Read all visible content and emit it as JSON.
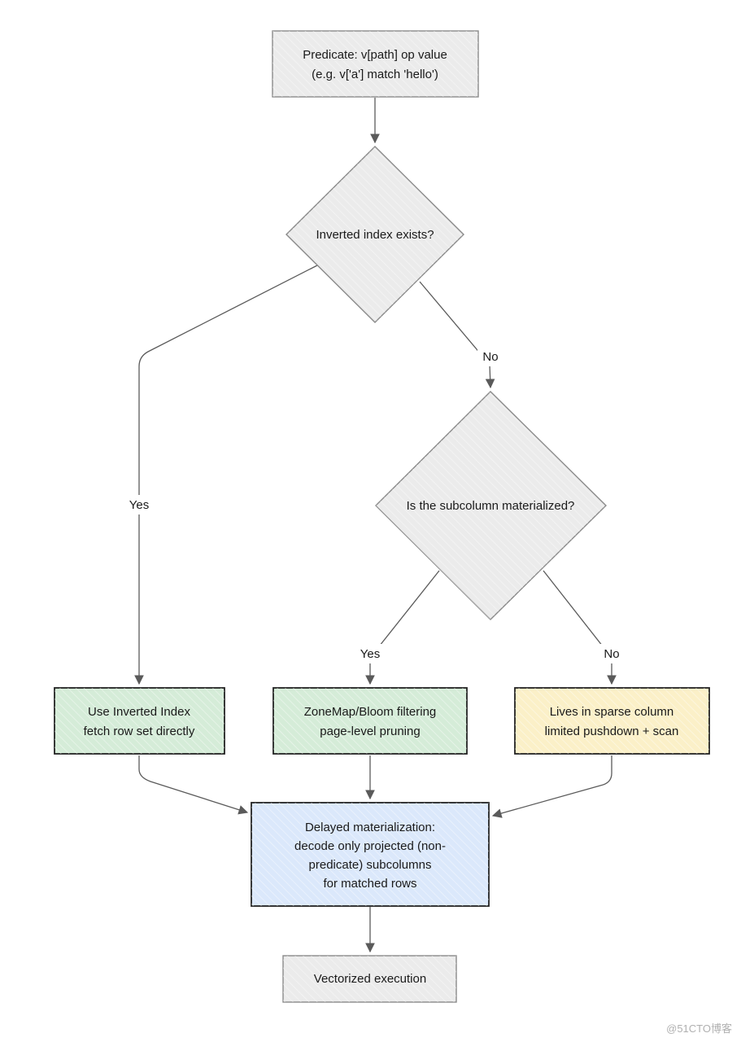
{
  "nodes": {
    "predicate": {
      "lines": [
        "Predicate: v[path] op value",
        "(e.g. v['a'] match 'hello')"
      ]
    },
    "inverted_index_check": {
      "lines": [
        "Inverted index exists?"
      ]
    },
    "subcolumn_check": {
      "lines": [
        "Is the subcolumn materialized?"
      ]
    },
    "use_inverted_index": {
      "lines": [
        "Use Inverted Index",
        "fetch row set directly"
      ]
    },
    "zonemap_bloom": {
      "lines": [
        "ZoneMap/Bloom filtering",
        "page-level pruning"
      ]
    },
    "sparse_column": {
      "lines": [
        "Lives in sparse column",
        "limited pushdown + scan"
      ]
    },
    "delayed_materialization": {
      "lines": [
        "Delayed materialization:",
        "decode only projected (non-",
        "predicate) subcolumns",
        "for matched rows"
      ]
    },
    "vectorized_execution": {
      "lines": [
        "Vectorized execution"
      ]
    }
  },
  "edges": {
    "inverted_yes": "Yes",
    "inverted_no": "No",
    "subcolumn_yes": "Yes",
    "subcolumn_no": "No"
  },
  "colors": {
    "gray_fill": "#ebebeb",
    "green_fill": "#d5ecd8",
    "yellow_fill": "#fbf0c8",
    "blue_fill": "#dbe8fb",
    "border_light": "#8a8a8a",
    "border_dark": "#222222",
    "arrow": "#5a5a5a"
  },
  "watermark": "@51CTO博客"
}
